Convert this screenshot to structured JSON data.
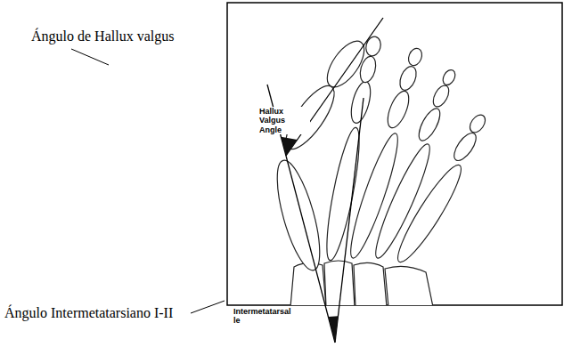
{
  "diagram": {
    "labels": [
      "Ángulo de Hallux valgus",
      "Hallux Valgus Angle",
      "Intermetatarsal le",
      "Ángulo Intermetatarsiano I-II"
    ]
  }
}
